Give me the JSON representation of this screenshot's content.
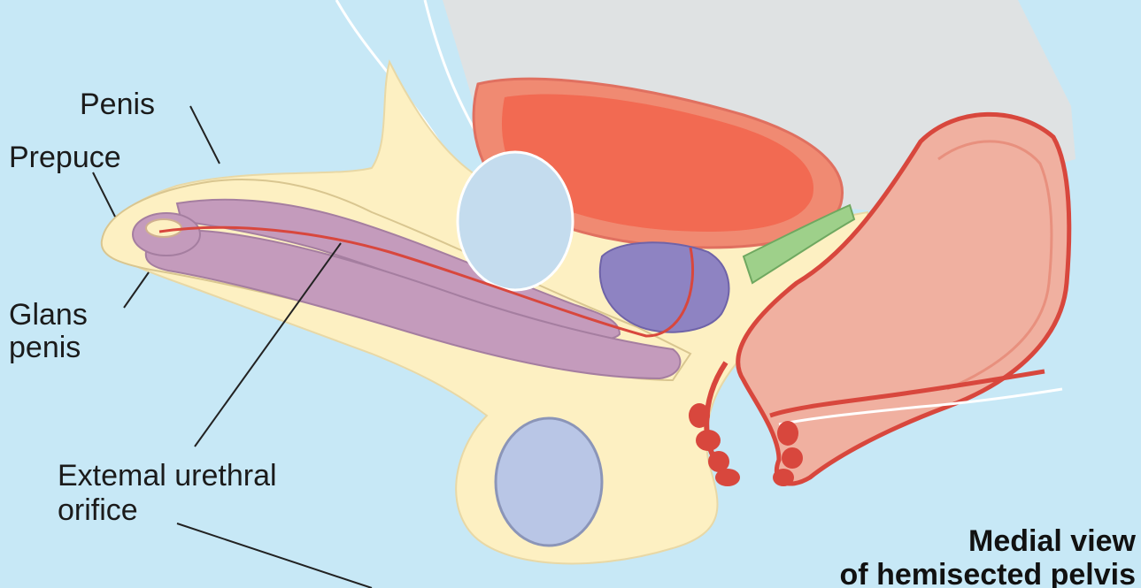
{
  "labels": {
    "penis": "Penis",
    "prepuce": "Prepuce",
    "glans_line1": "Glans",
    "glans_line2": "penis",
    "urethral_line1": "Extemal urethral",
    "urethral_line2": "orifice"
  },
  "caption": {
    "line1": "Medial view",
    "line2": "of hemisected pelvis"
  },
  "colors": {
    "background": "#c7e8f6",
    "tissue_yellow": "#fdf0c2",
    "erectile_purple": "#c49bbc",
    "bladder_red": "#f26a52",
    "prostate_purple": "#8e83c2",
    "vesicle_green": "#9ed08a",
    "rectum_pink": "#f0b0a0",
    "bone_blue": "#b9c6e6",
    "urethra_line": "#d8473d"
  }
}
